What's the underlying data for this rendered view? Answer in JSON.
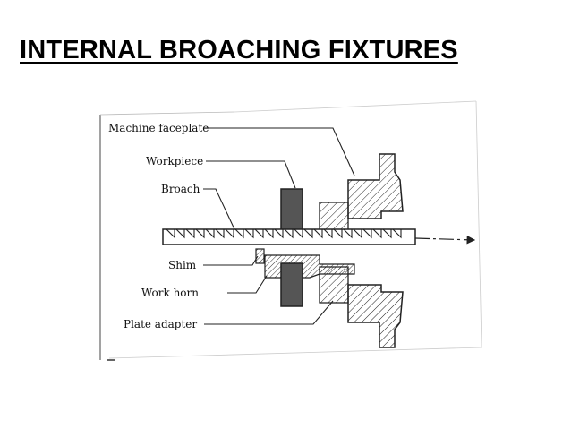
{
  "slide": {
    "title": "INTERNAL BROACHING FIXTURES"
  },
  "figure": {
    "labels": {
      "machine_faceplate": "Machine faceplate",
      "workpiece": "Workpiece",
      "broach": "Broach",
      "shim": "Shim",
      "work_horn": "Work horn",
      "plate_adapter": "Plate adapter"
    }
  },
  "colors": {
    "text": "#000000",
    "drawing_ink": "#222222",
    "workpiece_fill": "#555555"
  }
}
